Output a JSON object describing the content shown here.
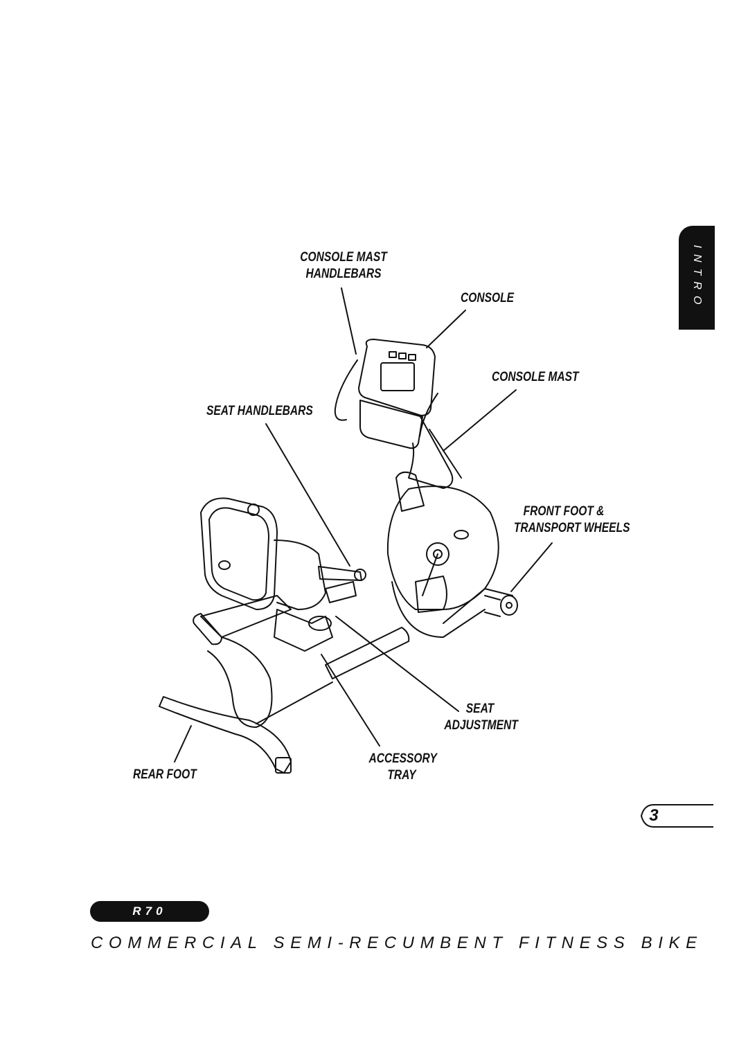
{
  "side_tab": {
    "label": "INTRO"
  },
  "labels": {
    "console_mast_handlebars_1": "CONSOLE MAST",
    "console_mast_handlebars_2": "HANDLEBARS",
    "console": "CONSOLE",
    "console_mast": "CONSOLE MAST",
    "seat_handlebars": "SEAT HANDLEBARS",
    "front_foot_1": "FRONT FOOT &",
    "front_foot_2": "TRANSPORT WHEELS",
    "seat_adjustment_1": "SEAT",
    "seat_adjustment_2": "ADJUSTMENT",
    "accessory_tray_1": "ACCESSORY",
    "accessory_tray_2": "TRAY",
    "rear_foot": "REAR FOOT"
  },
  "page_number": "3",
  "model": "R70",
  "title": "COMMERCIAL SEMI-RECUMBENT FITNESS BIKE"
}
